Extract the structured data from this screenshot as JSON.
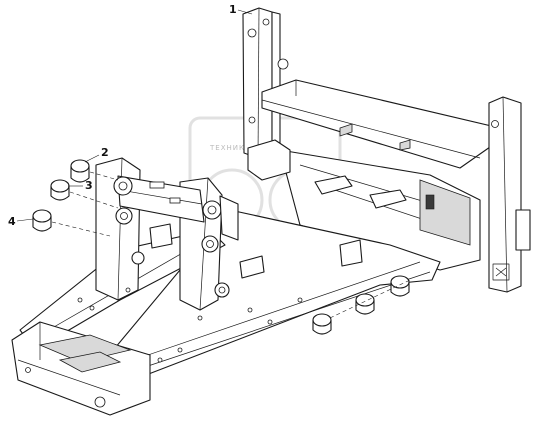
{
  "diagram": {
    "callouts": [
      {
        "id": "1",
        "label": "1"
      },
      {
        "id": "2",
        "label": "2"
      },
      {
        "id": "3",
        "label": "3"
      },
      {
        "id": "4",
        "label": "4"
      }
    ],
    "watermark_text": "ТЕХНИК"
  }
}
